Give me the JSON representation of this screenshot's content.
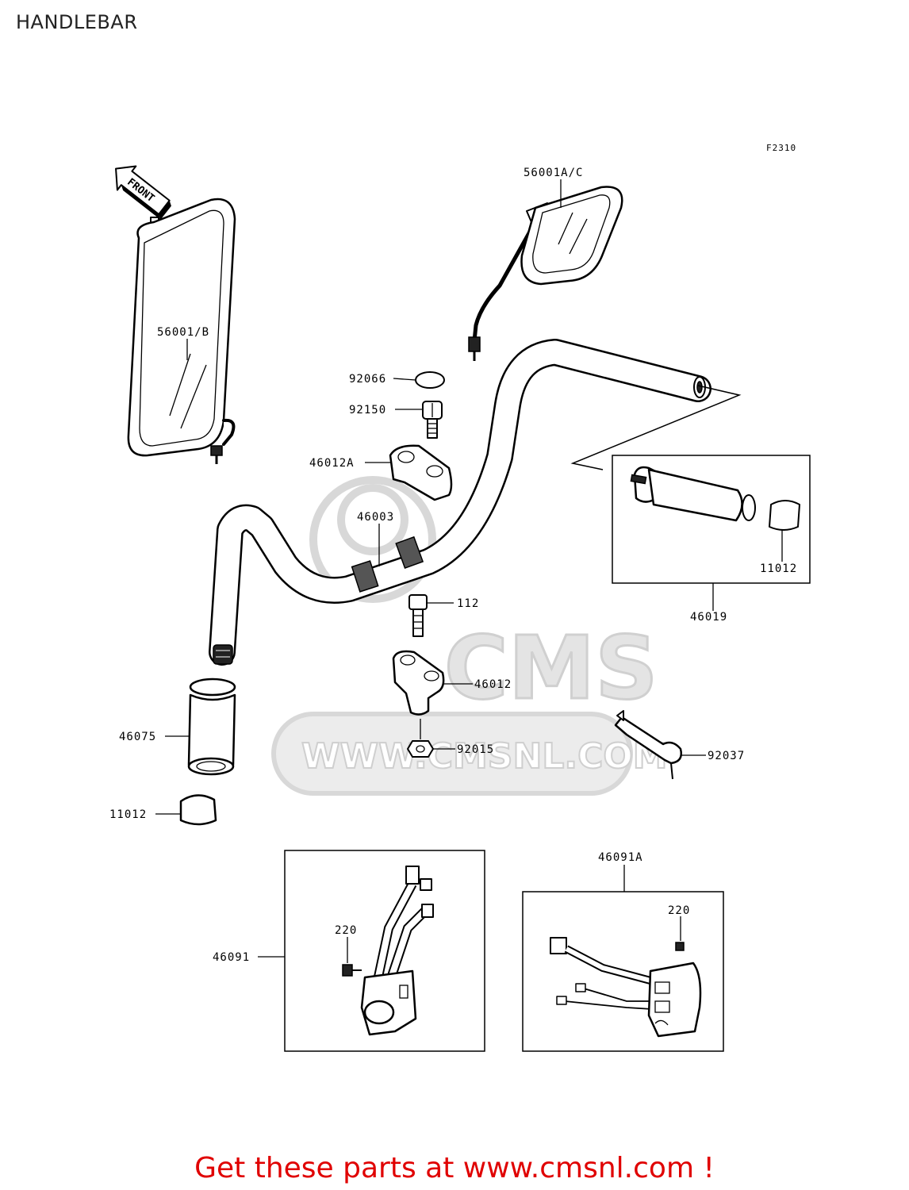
{
  "page": {
    "title": "HANDLEBAR"
  },
  "figure": {
    "code": "F2310",
    "front_marker": "FRONT"
  },
  "watermark": {
    "text": "WWW.CMSNL.COM",
    "logo_text": "CMS"
  },
  "callouts": {
    "mirror_right": "56001A/C",
    "mirror_left": "56001/B",
    "cap_92066": "92066",
    "bolt_92150": "92150",
    "holder_upper": "46012A",
    "handlebar": "46003",
    "grip_assembly": "46019",
    "cap_right": "11012",
    "bolt_112": "112",
    "holder_lower": "46012",
    "nut_92015": "92015",
    "grip_left": "46075",
    "cap_left": "11012",
    "wrench_92037": "92037",
    "switch_right_assy": "46091A",
    "screw_right": "220",
    "switch_left_assy": "46091",
    "screw_left": "220"
  },
  "promo": {
    "text": "Get these parts at www.cmsnl.com !",
    "color": "#e00000"
  }
}
